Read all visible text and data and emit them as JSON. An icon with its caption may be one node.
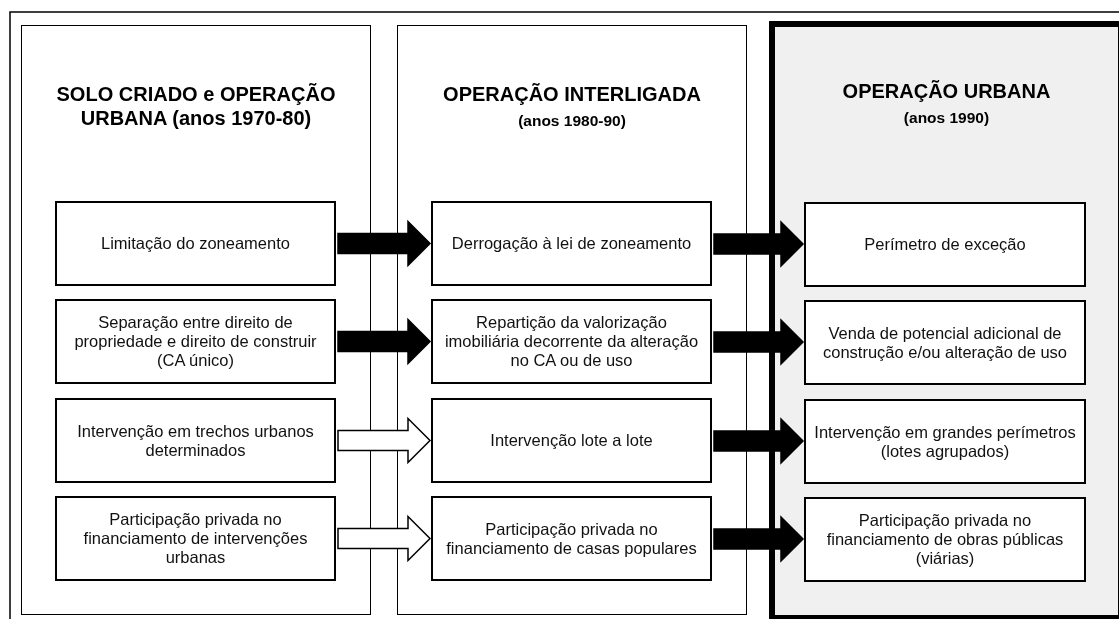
{
  "diagram": {
    "nodes": [
      {
        "text": [
          "SOLO CRIADO e OPERAÇÃO URBANA (anos 1970-80)"
        ]
      },
      {
        "text": [
          "Limitação do zoneamento"
        ],
        "in": 0
      },
      {
        "text": [
          "Separação entre direito de propriedade e direito de construir (CA único)"
        ],
        "in": 0
      },
      {
        "text": [
          "Intervenção em trechos urbanos determinados"
        ],
        "in": 0
      },
      {
        "text": [
          "Participação privada no financiamento de intervenções urbanas"
        ],
        "in": 0
      },
      {
        "text": [
          "OPERAÇÃO INTERLIGADA",
          "(anos 1980-90)"
        ]
      },
      {
        "text": [
          "Derrogação à lei de zoneamento"
        ],
        "in": 5
      },
      {
        "text": [
          "Repartição da valorização imobiliária decorrente da alteração no CA ou de uso"
        ],
        "in": 5
      },
      {
        "text": [
          "Intervenção lote a lote"
        ],
        "in": 5
      },
      {
        "text": [
          "Participação privada no financiamento de casas populares"
        ],
        "in": 5
      },
      {
        "text": [
          "OPERAÇÃO URBANA",
          "(anos 1990)"
        ]
      },
      {
        "text": [
          "Perímetro de exceção"
        ],
        "in": 10
      },
      {
        "text": [
          "Venda de potencial adicional de construção e/ou alteração de uso"
        ],
        "in": 10
      },
      {
        "text": [
          "Intervenção em grandes perímetros (lotes agrupados)"
        ],
        "in": 10
      },
      {
        "text": [
          "Participação privada no financiamento de obras públicas (viárias)"
        ],
        "in": 10
      }
    ],
    "edges": [
      {
        "from": 1,
        "to": 6,
        "arrow": "to"
      },
      {
        "from": 2,
        "to": 7,
        "arrow": "to"
      },
      {
        "from": 3,
        "to": 8,
        "arrow": "to",
        "color": "#ffffff"
      },
      {
        "from": 4,
        "to": 9,
        "arrow": "to",
        "color": "#ffffff"
      },
      {
        "from": 6,
        "to": 11,
        "arrow": "to"
      },
      {
        "from": 7,
        "to": 12,
        "arrow": "to"
      },
      {
        "from": 8,
        "to": 13,
        "arrow": "to"
      },
      {
        "from": 9,
        "to": 14,
        "arrow": "to"
      }
    ]
  }
}
